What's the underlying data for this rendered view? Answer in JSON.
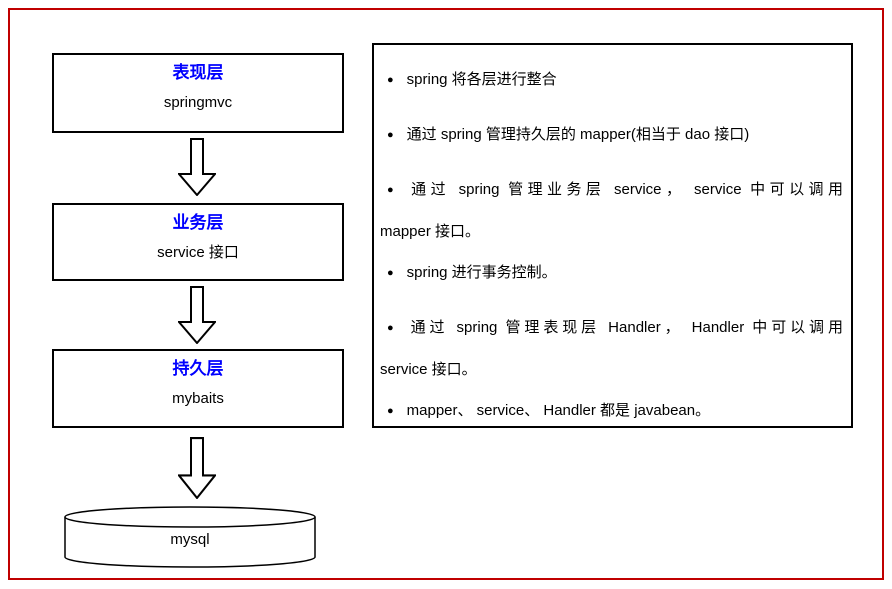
{
  "diagram": {
    "layers": [
      {
        "title": "表现层",
        "tech": "springmvc"
      },
      {
        "title": "业务层",
        "tech": "service 接口"
      },
      {
        "title": "持久层",
        "tech": "mybaits"
      }
    ],
    "database_label": "mysql",
    "notes": {
      "bullet_glyph": "●",
      "bullets": [
        {
          "lines": [
            "spring 将各层进行整合"
          ]
        },
        {
          "lines": [
            "通过 spring 管理持久层的 mapper(相当于 dao 接口)"
          ]
        },
        {
          "lines": [
            "通过 spring 管理业务层 service， service 中可以调用",
            "mapper 接口。"
          ]
        },
        {
          "lines": [
            "spring 进行事务控制。"
          ]
        },
        {
          "lines": [
            "通过 spring 管理表现层 Handler， Handler 中可以调用",
            "service 接口。"
          ]
        },
        {
          "lines": [
            "mapper、 service、 Handler 都是 javabean。"
          ]
        }
      ]
    },
    "colors": {
      "outer_border": "#C00000",
      "shape_border": "#000000",
      "layer_title_text": "#0000FF",
      "body_text": "#000000",
      "background": "#FFFFFF"
    }
  }
}
